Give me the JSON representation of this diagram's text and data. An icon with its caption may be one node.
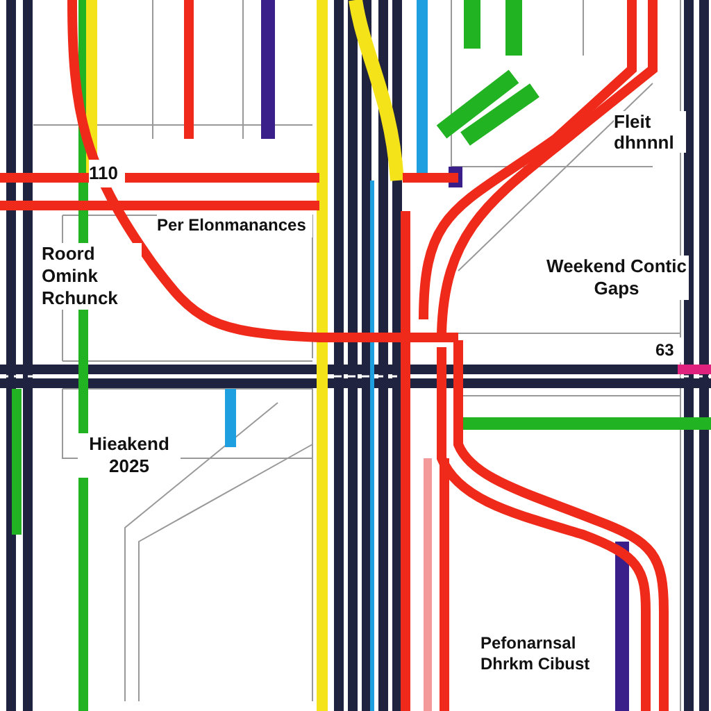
{
  "diagram": {
    "labels": [
      "110",
      "Per Elonmanances",
      "Roord Omink Rchunck",
      "Fleit dhnnnl",
      "Weekend Contic Gaps",
      "63",
      "Hieakend 2025",
      "Pefonarnsal Dhrkm Cibust"
    ]
  }
}
